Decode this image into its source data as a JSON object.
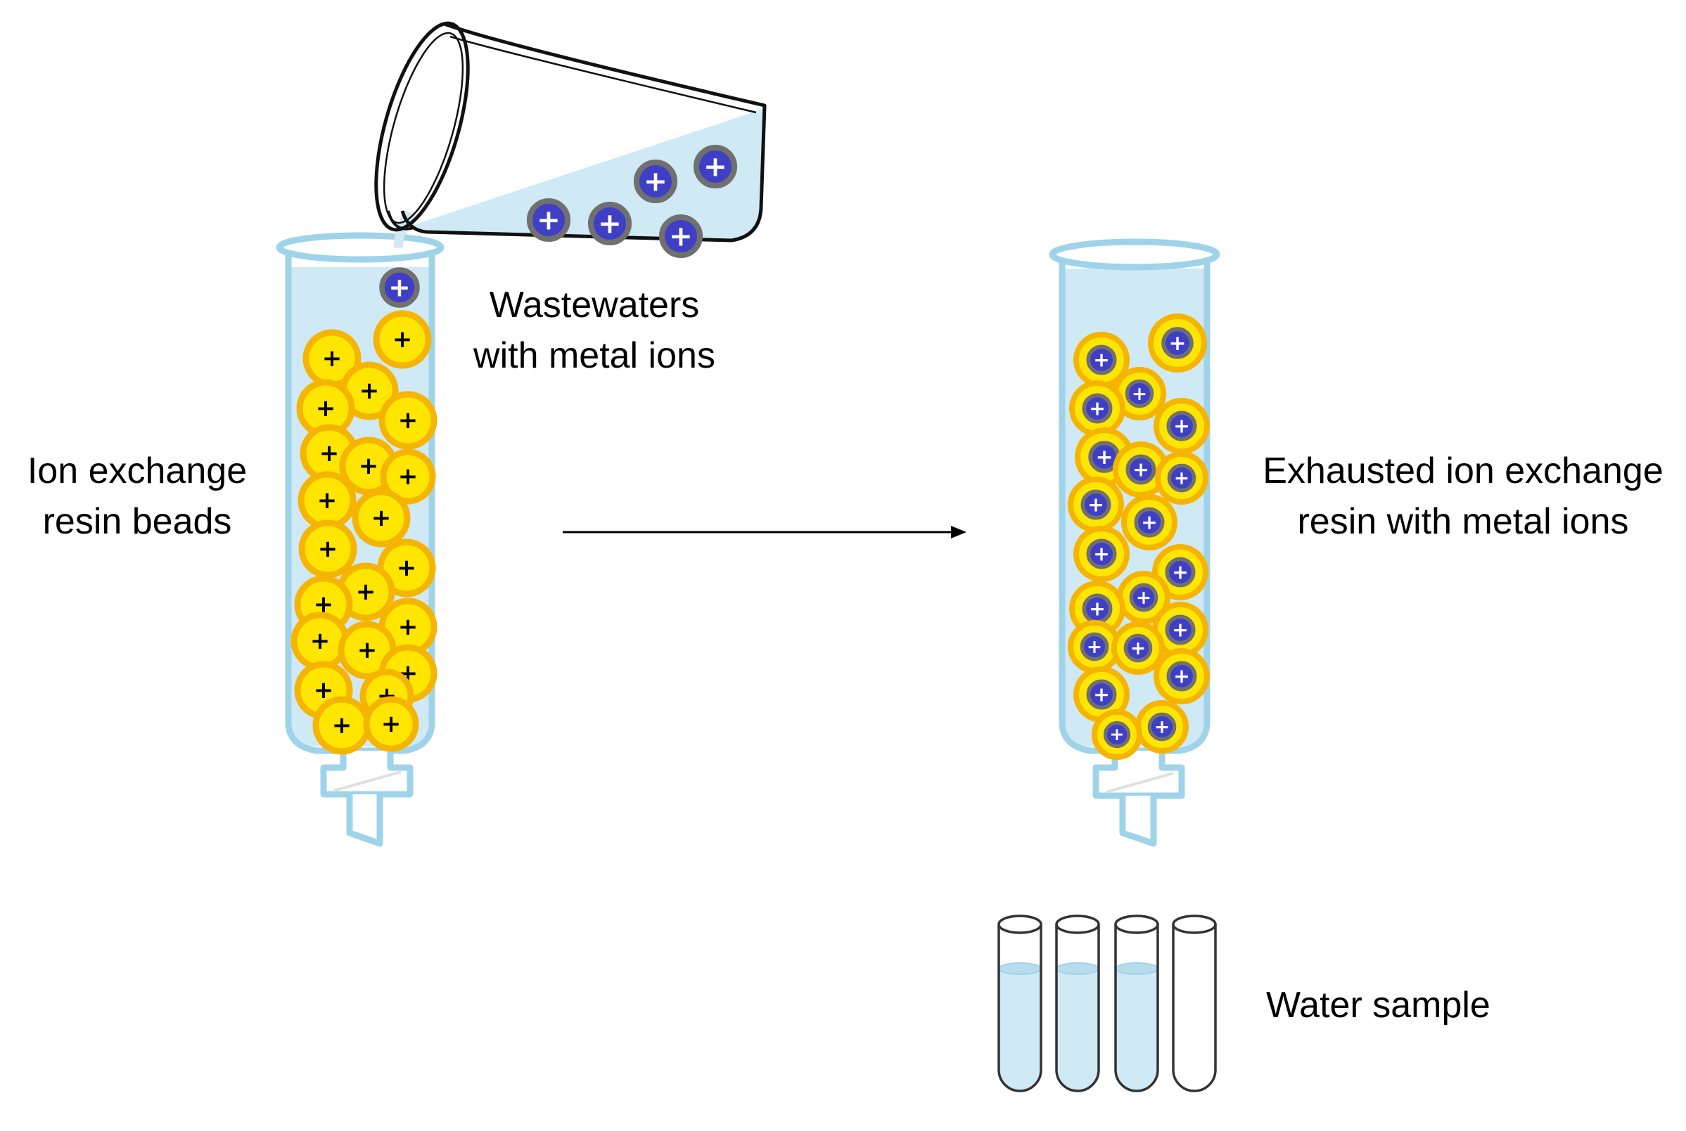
{
  "labels": {
    "wastewaters": [
      "Wastewaters",
      "with metal ions"
    ],
    "resin_beads": [
      "Ion exchange",
      "resin beads"
    ],
    "exhausted": [
      "Exhausted ion exchange",
      "resin with metal ions"
    ],
    "water_sample": "Water sample"
  },
  "symbols": {
    "charge": "+"
  },
  "colors": {
    "resin_fill": "#ffe600",
    "resin_ring": "#f5b400",
    "metal_ion": "#3f3fc6",
    "metal_ion_ring": "#707070",
    "water": "#cfe9f5",
    "glass_outline": "#9fd3ea",
    "beaker_outline": "#111111"
  },
  "test_tubes": [
    {
      "filled": true
    },
    {
      "filled": true
    },
    {
      "filled": true
    },
    {
      "filled": false
    }
  ]
}
